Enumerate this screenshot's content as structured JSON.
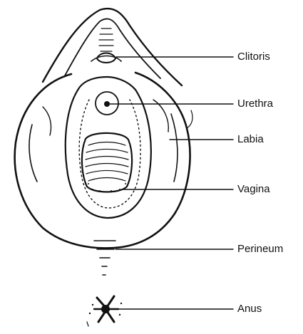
{
  "labels": {
    "clitoris": "Clitoris",
    "urethra": "Urethra",
    "labia": "Labia",
    "vagina": "Vagina",
    "perineum": "Perineum",
    "anus": "Anus"
  },
  "colors": {
    "ink": "#111111",
    "background": "#ffffff"
  }
}
